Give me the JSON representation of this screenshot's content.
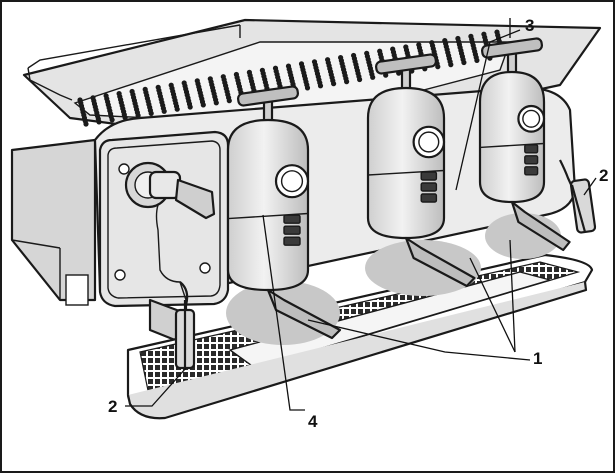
{
  "callouts": {
    "label_1": "1",
    "label_2_left": "2",
    "label_2_right": "2",
    "label_3": "3",
    "label_4": "4"
  },
  "colors": {
    "highlight": "#c8c8c8",
    "body_light": "#ececec",
    "body_mid": "#d9d9d9",
    "outline": "#1a1a1a"
  }
}
